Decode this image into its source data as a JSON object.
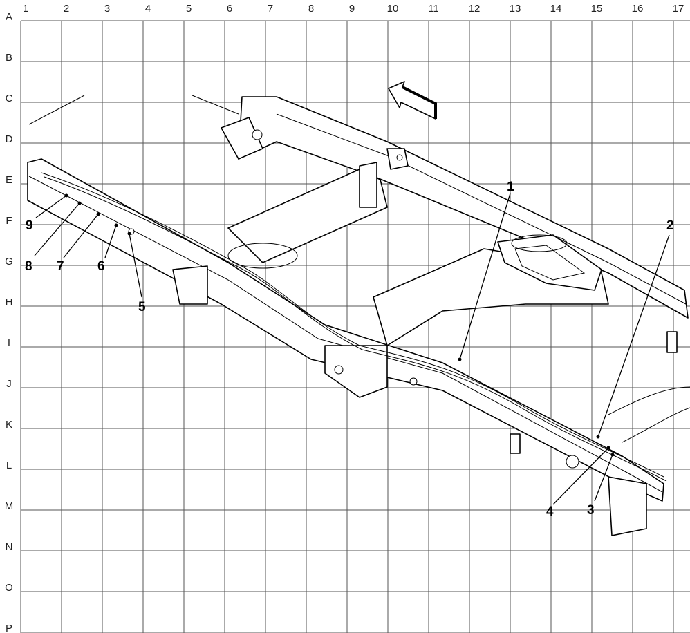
{
  "grid": {
    "columns": [
      "1",
      "2",
      "3",
      "4",
      "5",
      "6",
      "7",
      "8",
      "9",
      "10",
      "11",
      "12",
      "13",
      "14",
      "15",
      "16",
      "17"
    ],
    "rows": [
      "A",
      "B",
      "C",
      "D",
      "E",
      "F",
      "G",
      "H",
      "I",
      "J",
      "K",
      "L",
      "M",
      "N",
      "O",
      "P"
    ]
  },
  "callouts": [
    {
      "id": "1",
      "label": "1"
    },
    {
      "id": "2",
      "label": "2"
    },
    {
      "id": "3",
      "label": "3"
    },
    {
      "id": "4",
      "label": "4"
    },
    {
      "id": "5",
      "label": "5"
    },
    {
      "id": "6",
      "label": "6"
    },
    {
      "id": "7",
      "label": "7"
    },
    {
      "id": "8",
      "label": "8"
    },
    {
      "id": "9",
      "label": "9"
    }
  ],
  "icons": {
    "direction_arrow": "forward-direction-arrow-icon"
  }
}
